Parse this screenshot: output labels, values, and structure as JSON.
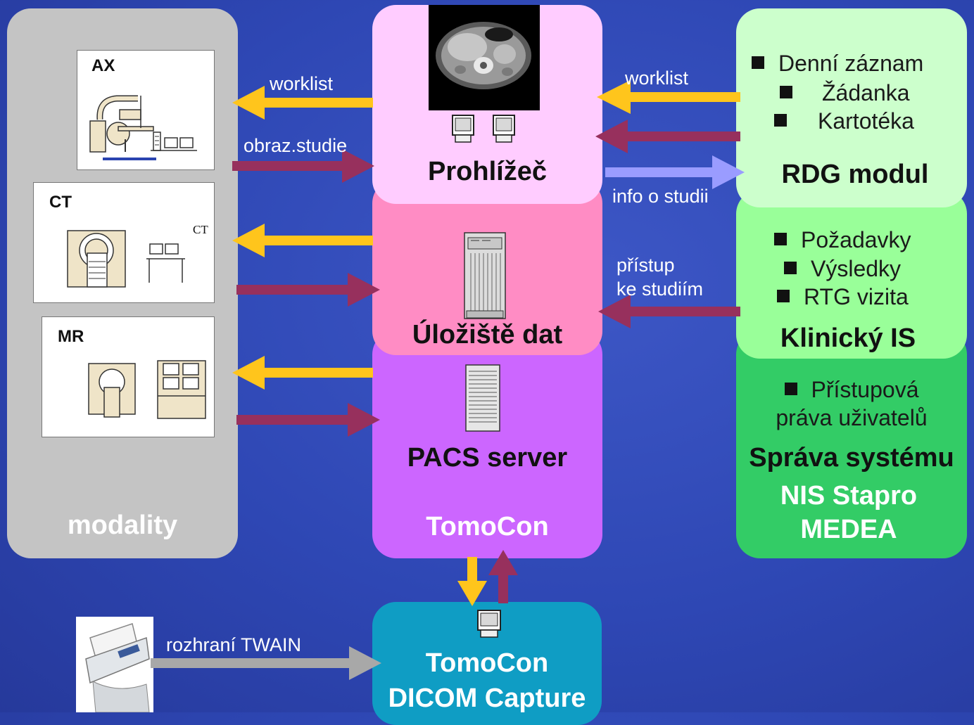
{
  "modality": {
    "title": "modality",
    "devices": [
      {
        "label": "AX"
      },
      {
        "label": "CT",
        "sub": "CT"
      },
      {
        "label": "MR"
      }
    ]
  },
  "tomocon": {
    "title": "TomoCon",
    "sections": {
      "viewer": "Prohlížeč",
      "storage": "Úložiště dat",
      "server": "PACS server"
    }
  },
  "right": {
    "rdg": {
      "items": [
        "Denní záznam",
        "Žádanka",
        "Kartotéka"
      ],
      "title": "RDG modul"
    },
    "clinical": {
      "items": [
        "Požadavky",
        "Výsledky",
        "RTG vizita"
      ],
      "title": "Klinický IS"
    },
    "admin": {
      "items": [
        "Přístupová",
        "práva uživatelů"
      ],
      "title": "Správa systému"
    },
    "vendor": [
      "NIS Stapro",
      "MEDEA"
    ]
  },
  "arrows": {
    "worklist_left": "worklist",
    "studies": "obraz.studie",
    "worklist_right": "worklist",
    "info": "info o studii",
    "access_1": "přístup",
    "access_2": "ke studiím",
    "twain": "rozhraní TWAIN"
  },
  "capture": {
    "title_1": "TomoCon",
    "title_2": "DICOM Capture"
  },
  "colors": {
    "worklist_arrow": "#ffc51c",
    "study_arrow": "#97305d",
    "info_arrow": "#9a9cff",
    "twain_arrow": "#a8a8a8"
  }
}
